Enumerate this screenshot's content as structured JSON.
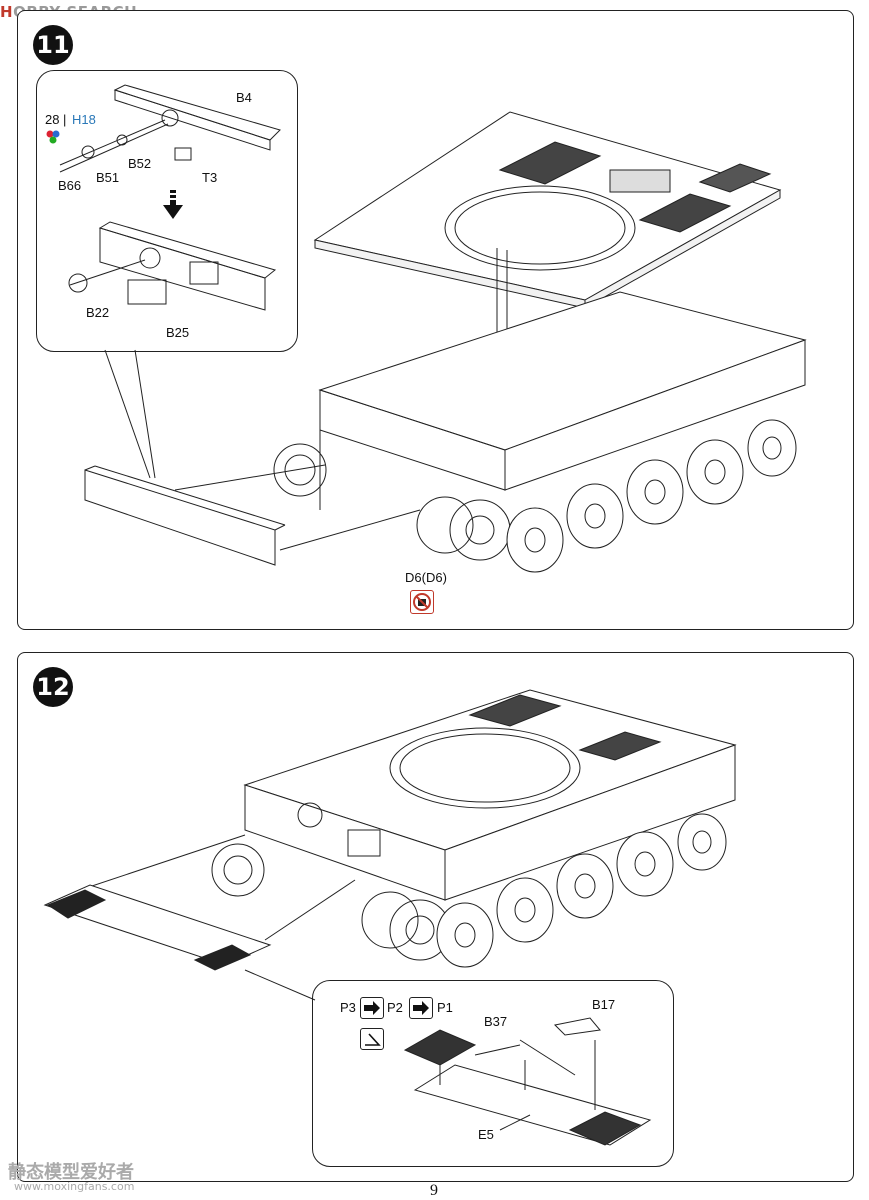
{
  "watermark": {
    "top_logo": "H",
    "top_text": "BBY SEARCH",
    "top_digit": "O",
    "bottom_cn": "静态模型爱好者",
    "bottom_url": "www.moxingfans.com"
  },
  "page_number": "9",
  "step11": {
    "number": "11",
    "detail": {
      "paint_code": "28",
      "separator": "|",
      "paint_ref": "H18",
      "parts": {
        "b4": "B4",
        "b51": "B51",
        "b52": "B52",
        "b66": "B66",
        "t3": "T3",
        "b22": "B22",
        "b25": "B25"
      }
    },
    "part_d6": "D6(D6)"
  },
  "step12": {
    "number": "12",
    "detail": {
      "parts": {
        "p3": "P3",
        "p2": "P2",
        "p1": "P1",
        "b37": "B37",
        "b17": "B17",
        "e5": "E5"
      }
    }
  },
  "colors": {
    "ink": "#222222",
    "paint_blue": "#2a78b8",
    "warning_red": "#c0392b"
  },
  "icons": [
    "paint-dots-icon",
    "down-arrow-icon",
    "no-glue-icon",
    "right-arrow-icon",
    "bend-icon"
  ]
}
